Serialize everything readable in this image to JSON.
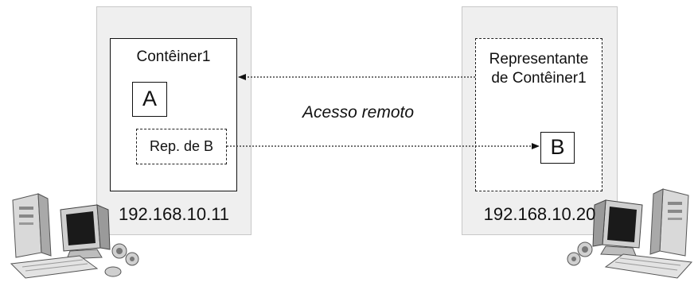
{
  "left_host": {
    "ip": "192.168.10.11",
    "container_title": "Contêiner1",
    "object_a": "A",
    "proxy_b": "Rep. de B"
  },
  "right_host": {
    "ip": "192.168.10.20",
    "proxy_container_title_line1": "Representante",
    "proxy_container_title_line2": "de Contêiner1",
    "object_b": "B"
  },
  "connection": {
    "label": "Acesso remoto"
  },
  "icons": [
    "desktop-computer-icon",
    "desktop-computer-icon"
  ]
}
